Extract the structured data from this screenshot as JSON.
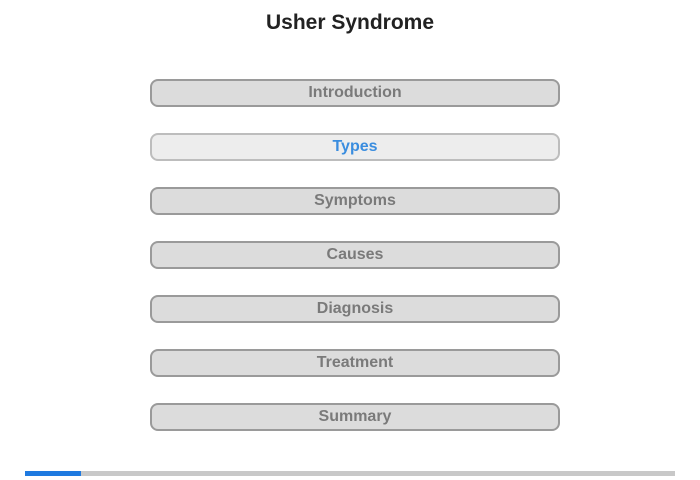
{
  "page": {
    "title": "Usher Syndrome"
  },
  "menu": {
    "items": [
      {
        "label": "Introduction",
        "active": false
      },
      {
        "label": "Types",
        "active": true
      },
      {
        "label": "Symptoms",
        "active": false
      },
      {
        "label": "Causes",
        "active": false
      },
      {
        "label": "Diagnosis",
        "active": false
      },
      {
        "label": "Treatment",
        "active": false
      },
      {
        "label": "Summary",
        "active": false
      }
    ]
  },
  "progress": {
    "fraction": 0.086
  },
  "colors": {
    "accent": "#3a8ddf",
    "progress_fill": "#1f7ae0",
    "button_bg": "#dcdcdc",
    "button_border": "#9a9a9a",
    "button_text": "#7a7a7a"
  }
}
